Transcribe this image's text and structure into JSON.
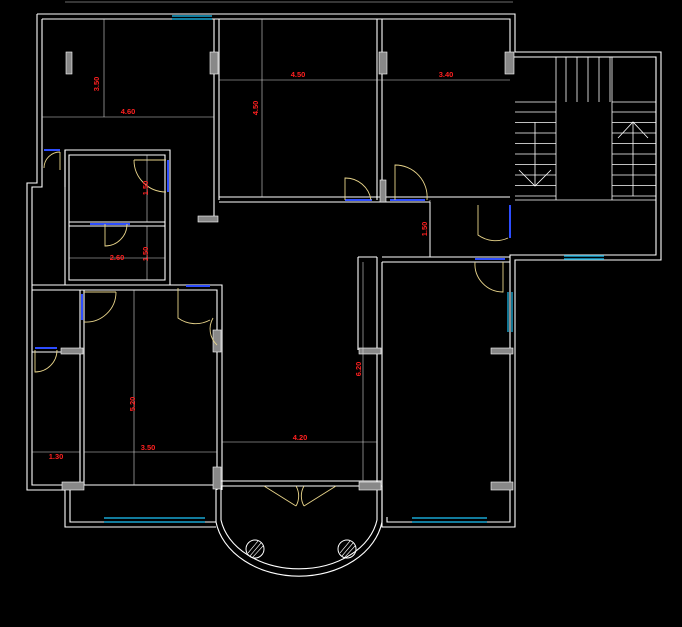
{
  "plan": {
    "top_dimension": "",
    "dimensions": {
      "d_350_top": "3.50",
      "d_460": "4.60",
      "d_450_w": "4.50",
      "d_340": "3.40",
      "d_450_h": "4.50",
      "d_150_a": "1.50",
      "d_150_b": "1.50",
      "d_260": "2.60",
      "d_150_c": "1.50",
      "d_520": "5.20",
      "d_350_b": "3.50",
      "d_130": "1.30",
      "d_420": "4.20",
      "d_620": "6.20"
    },
    "colors": {
      "wall": "#ffffff",
      "dimension_text": "#ff2020",
      "window": "#19a6d1",
      "door": "#e8d48a"
    }
  }
}
